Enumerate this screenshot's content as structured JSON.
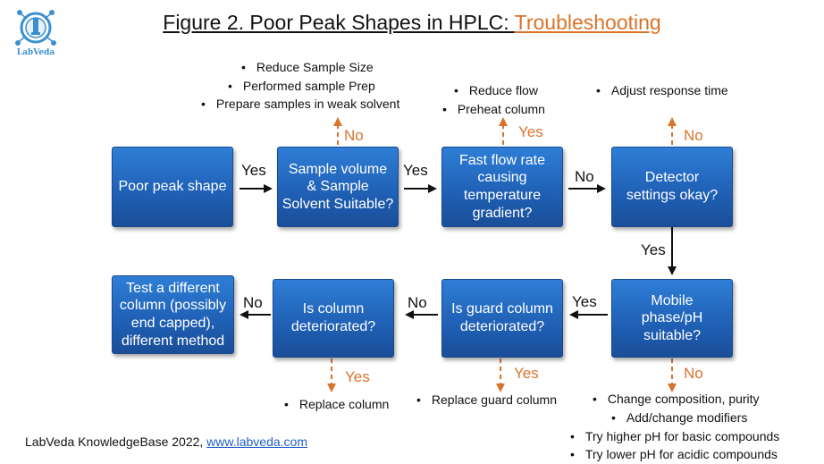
{
  "logo": {
    "brand": "LabVeda",
    "icon": "labveda-logo-icon"
  },
  "title": {
    "part1": "Figure 2. Poor Peak Shapes in HPLC: ",
    "part2": "Troubleshooting"
  },
  "boxes": {
    "poor_peak": "Poor peak shape",
    "sample_volume": "Sample volume\n& Sample\nSolvent Suitable?",
    "fast_flow": "Fast flow rate\ncausing\ntemperature\ngradient?",
    "detector": "Detector\nsettings okay?",
    "mobile_phase": "Mobile\nphase/pH\nsuitable?",
    "guard_column": "Is guard column\ndeteriorated?",
    "column": "Is column\ndeteriorated?",
    "test_different": "Test a different\ncolumn (possibly\nend capped),\ndifferent method"
  },
  "labels": {
    "yes": "Yes",
    "no": "No"
  },
  "bullets": {
    "sample": [
      "Reduce Sample Size",
      "Performed sample Prep",
      "Prepare samples in weak solvent"
    ],
    "flow": [
      "Reduce flow",
      "Preheat column"
    ],
    "detector": [
      "Adjust response time"
    ],
    "column": [
      "Replace column"
    ],
    "guard": [
      "Replace guard column"
    ],
    "mobile": [
      "Change composition, purity",
      "Add/change modifiers",
      "Try higher pH for basic compounds",
      "Try lower pH for acidic compounds"
    ]
  },
  "footer": {
    "text": "LabVeda KnowledgeBase 2022, ",
    "link": "www.labveda.com"
  },
  "colors": {
    "box": "#1f5fb4",
    "accent": "#d9732b",
    "link": "#1f5fc4"
  }
}
